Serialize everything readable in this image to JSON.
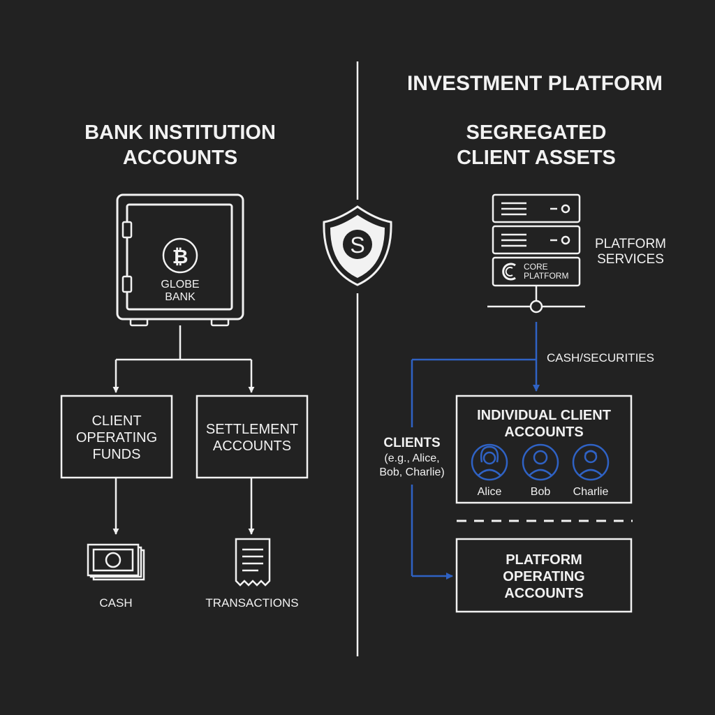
{
  "left": {
    "title_line1": "BANK INSTITUTION",
    "title_line2": "ACCOUNTS",
    "vault": {
      "label_line1": "GLOBE",
      "label_line2": "BANK",
      "coin_symbol": "₿"
    },
    "client_funds": {
      "line1": "CLIENT",
      "line2": "OPERATING",
      "line3": "FUNDS"
    },
    "settlement": {
      "line1": "SETTLEMENT",
      "line2": "ACCOUNTS"
    },
    "cash_label": "CASH",
    "transactions_label": "TRANSACTIONS"
  },
  "center": {
    "shield_letter": "S"
  },
  "right": {
    "header": "INVESTMENT PLATFORM",
    "title_line1": "SEGREGATED",
    "title_line2": "CLIENT ASSETS",
    "server": {
      "core_line1": "CORE",
      "core_line2": "PLATFORM"
    },
    "platform_services_line1": "PLATFORM",
    "platform_services_line2": "SERVICES",
    "cash_securities": "CASH/SECURITIES",
    "clients": {
      "line1": "CLIENTS",
      "line2": "(e.g., Alice,",
      "line3": "Bob, Charlie)"
    },
    "individual": {
      "line1": "INDIVIDUAL CLIENT",
      "line2": "ACCOUNTS",
      "people": [
        {
          "name": "Alice",
          "icon": "female-avatar-icon"
        },
        {
          "name": "Bob",
          "icon": "male-avatar-icon"
        },
        {
          "name": "Charlie",
          "icon": "male-avatar-icon"
        }
      ]
    },
    "platform_operating": {
      "line1": "PLATFORM",
      "line2": "OPERATING",
      "line3": "ACCOUNTS"
    }
  },
  "colors": {
    "background": "#222222",
    "foreground": "#f2f2f2",
    "accent_blue": "#2f62c4"
  }
}
